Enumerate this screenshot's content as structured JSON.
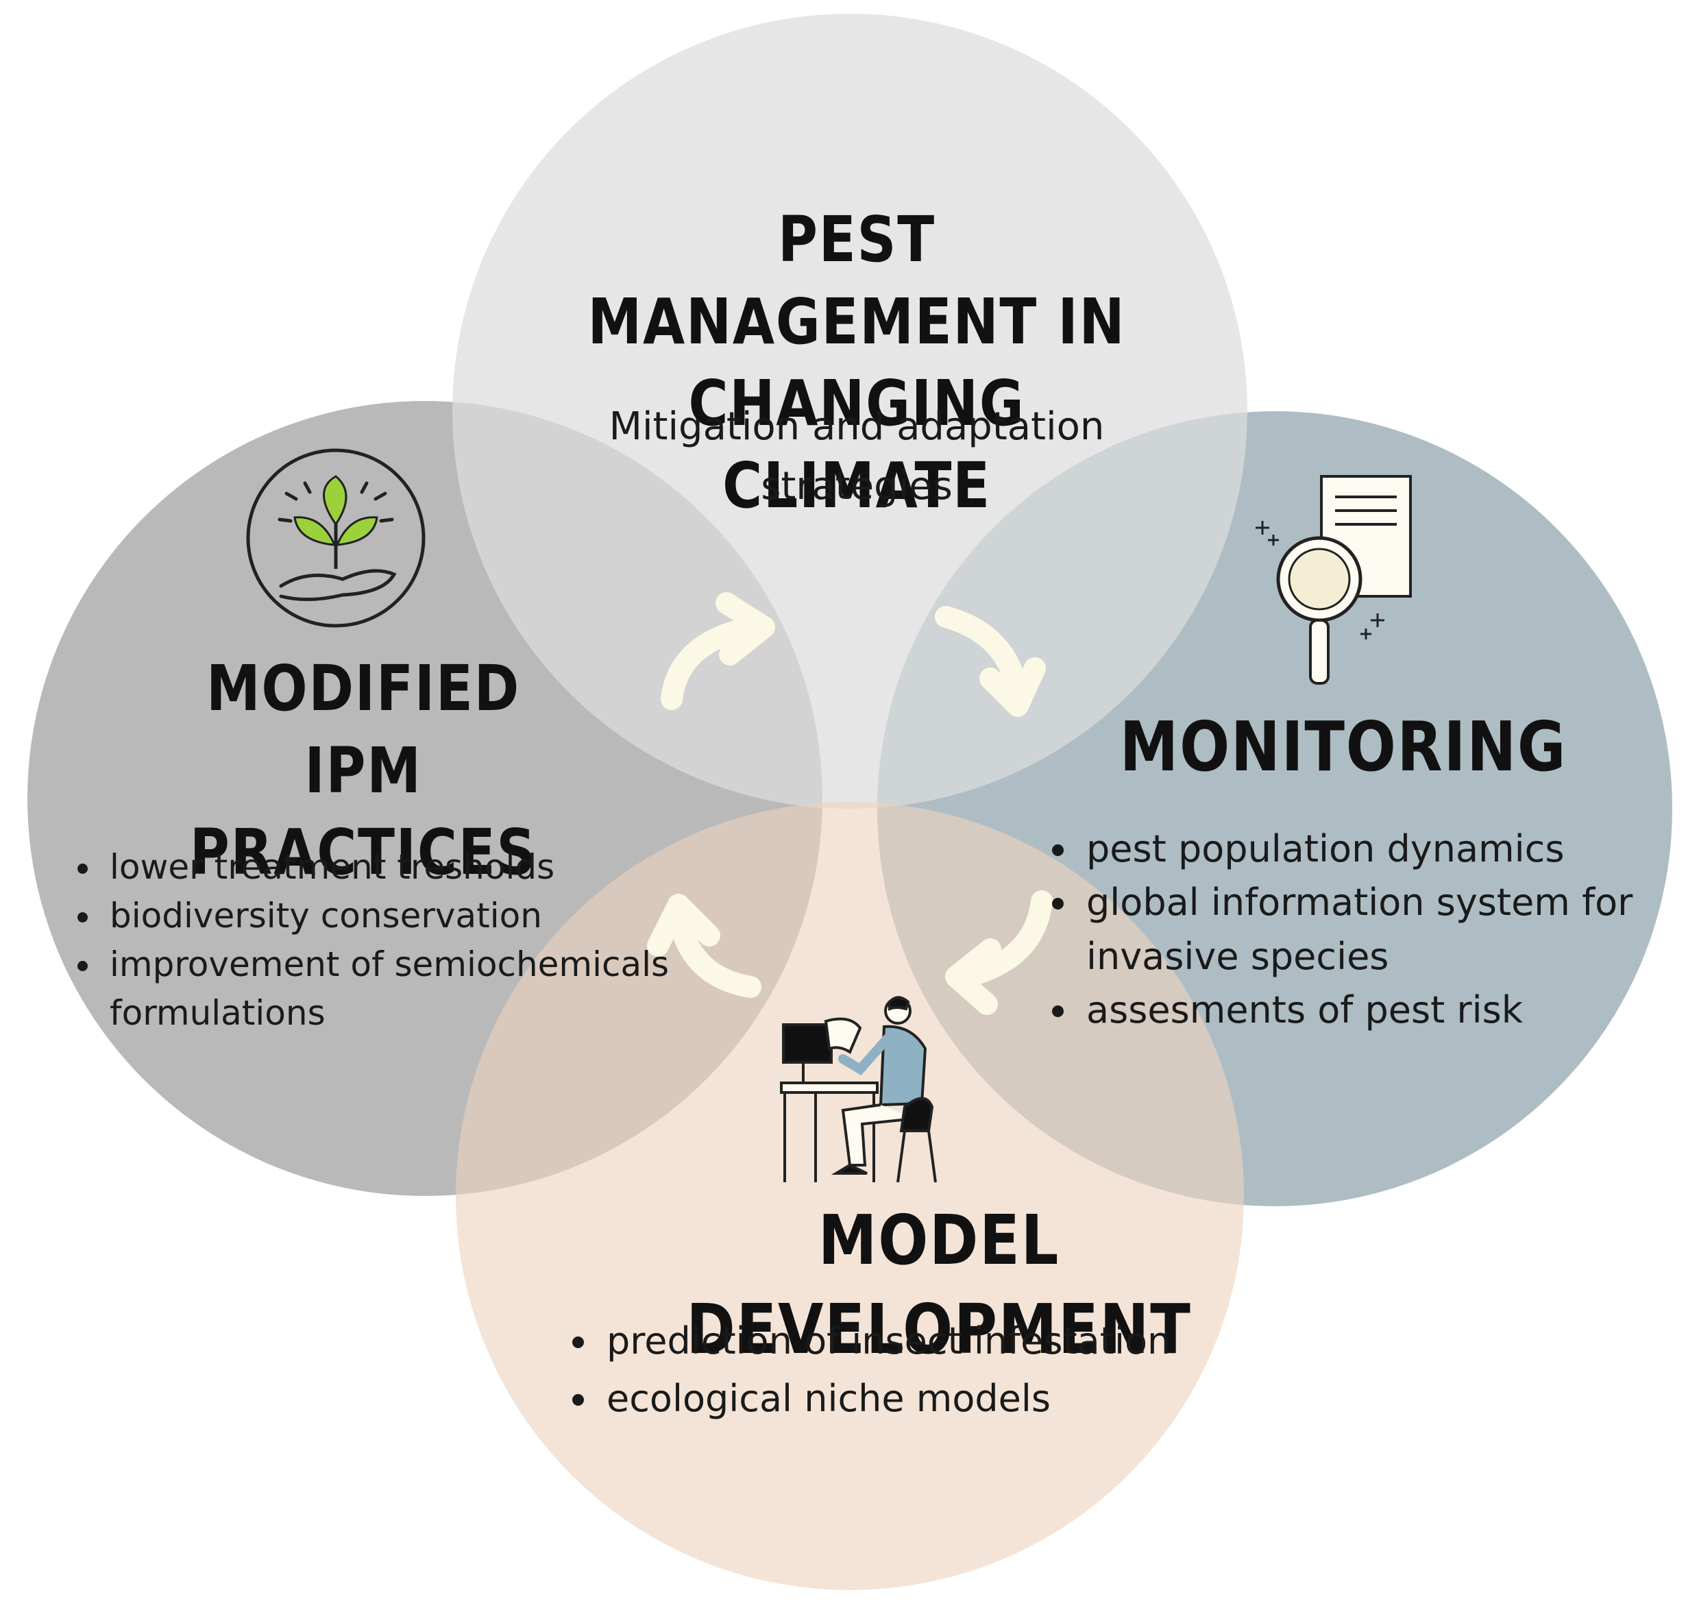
{
  "colors": {
    "top_circle": "#dcdcdc",
    "left_circle": "#a9a9a9",
    "right_circle": "#8fa3ad",
    "bottom_circle": "#eed4bf",
    "arrow": "#fbf8e6",
    "text": "#111111"
  },
  "top": {
    "title": "PEST MANAGEMENT IN\nCHANGING CLIMATE",
    "subtitle": "Mitigation and adaptation strategies"
  },
  "left": {
    "icon": "plant-in-hand-icon",
    "title": "MODIFIED IPM\nPRACTICES",
    "bullets": [
      "lower treatment tresholds",
      "biodiversity conservation",
      "improvement of semiochemicals formulations"
    ]
  },
  "right": {
    "icon": "magnifier-document-icon",
    "title": "MONITORING",
    "bullets": [
      "pest population dynamics",
      "global information system for invasive species",
      "assesments of pest risk"
    ]
  },
  "bottom": {
    "icon": "person-at-computer-icon",
    "title": "MODEL DEVELOPMENT",
    "bullets": [
      "prediction of insect infestation",
      "ecological niche models"
    ]
  }
}
